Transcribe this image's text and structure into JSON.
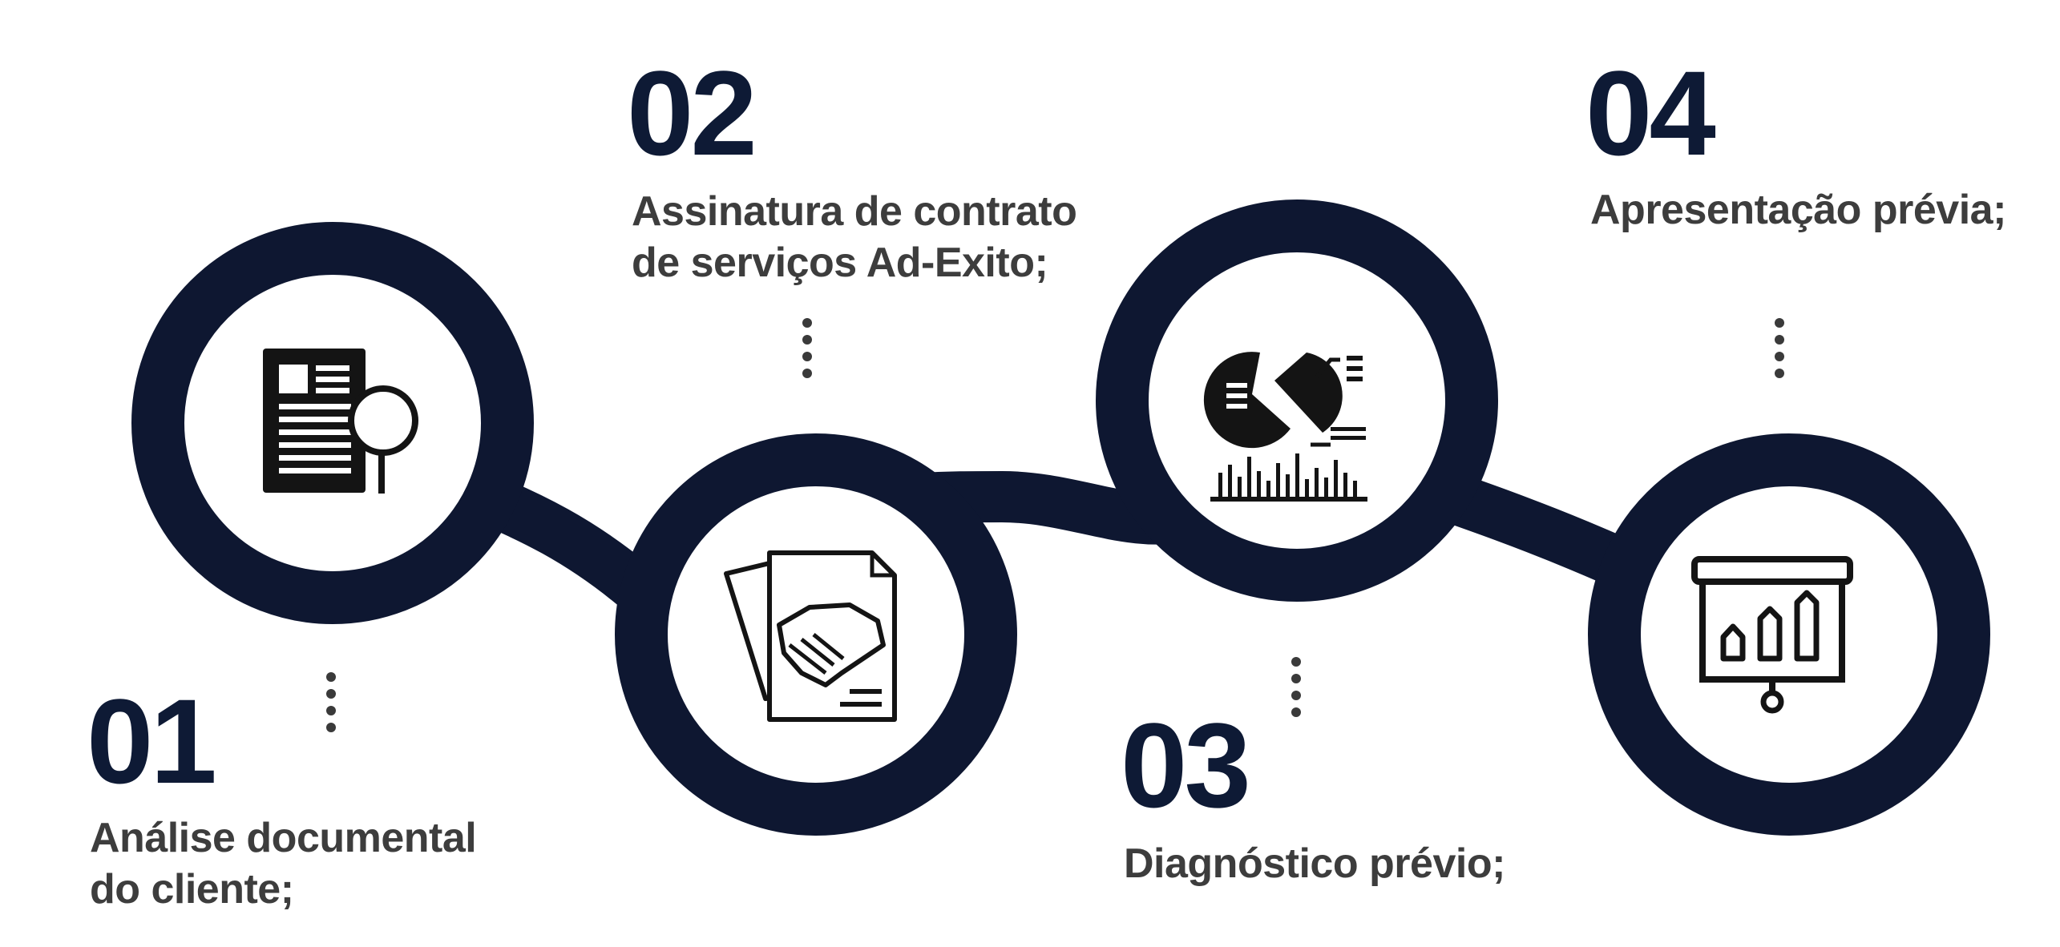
{
  "colors": {
    "band": "#0e1731",
    "number": "#0e1a35",
    "text": "#3d3d3d",
    "icon": "#141414",
    "dots": "#3a3a3a",
    "background": "#ffffff"
  },
  "steps": [
    {
      "number": "01",
      "lines": [
        "Análise documental",
        "do cliente;"
      ],
      "icon": "document-search-icon"
    },
    {
      "number": "02",
      "lines": [
        "Assinatura de contrato",
        "de serviços Ad-Exito;"
      ],
      "icon": "contract-handshake-icon"
    },
    {
      "number": "03",
      "lines": [
        "Diagnóstico prévio;"
      ],
      "icon": "pie-chart-analytics-icon"
    },
    {
      "number": "04",
      "lines": [
        "Apresentação prévia;"
      ],
      "icon": "presentation-board-icon"
    }
  ]
}
